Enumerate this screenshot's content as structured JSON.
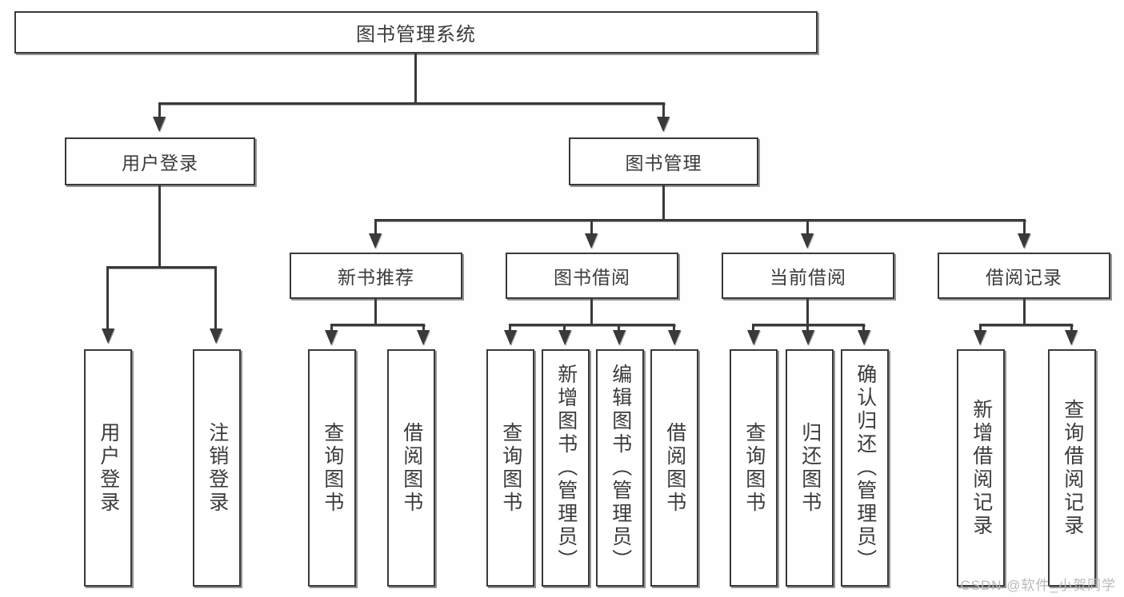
{
  "diagram": {
    "type": "tree-hierarchy",
    "title": "图书管理系统",
    "watermark": "CSDN @软件_小贺同学",
    "colors": {
      "background": "#fefefe",
      "box_fill": "#ffffff",
      "stroke": "#3a3a3a",
      "text": "#3b3b3b",
      "watermark": "#b9b9b9"
    },
    "root": {
      "label": "图书管理系统"
    },
    "level2": [
      {
        "label": "用户登录"
      },
      {
        "label": "图书管理"
      }
    ],
    "level3": [
      {
        "label": "新书推荐"
      },
      {
        "label": "图书借阅"
      },
      {
        "label": "当前借阅"
      },
      {
        "label": "借阅记录"
      }
    ],
    "leaves": {
      "user_login": [
        {
          "label": "用户登录"
        },
        {
          "label": "注销登录"
        }
      ],
      "new_book": [
        {
          "label": "查询图书"
        },
        {
          "label": "借阅图书"
        }
      ],
      "book_borrow": [
        {
          "label": "查询图书"
        },
        {
          "label": "新增图书（管理员）"
        },
        {
          "label": "编辑图书（管理员）"
        },
        {
          "label": "借阅图书"
        }
      ],
      "current_borrow": [
        {
          "label": "查询图书"
        },
        {
          "label": "归还图书"
        },
        {
          "label": "确认归还（管理员）"
        }
      ],
      "borrow_record": [
        {
          "label": "新增借阅记录"
        },
        {
          "label": "查询借阅记录"
        }
      ]
    }
  }
}
